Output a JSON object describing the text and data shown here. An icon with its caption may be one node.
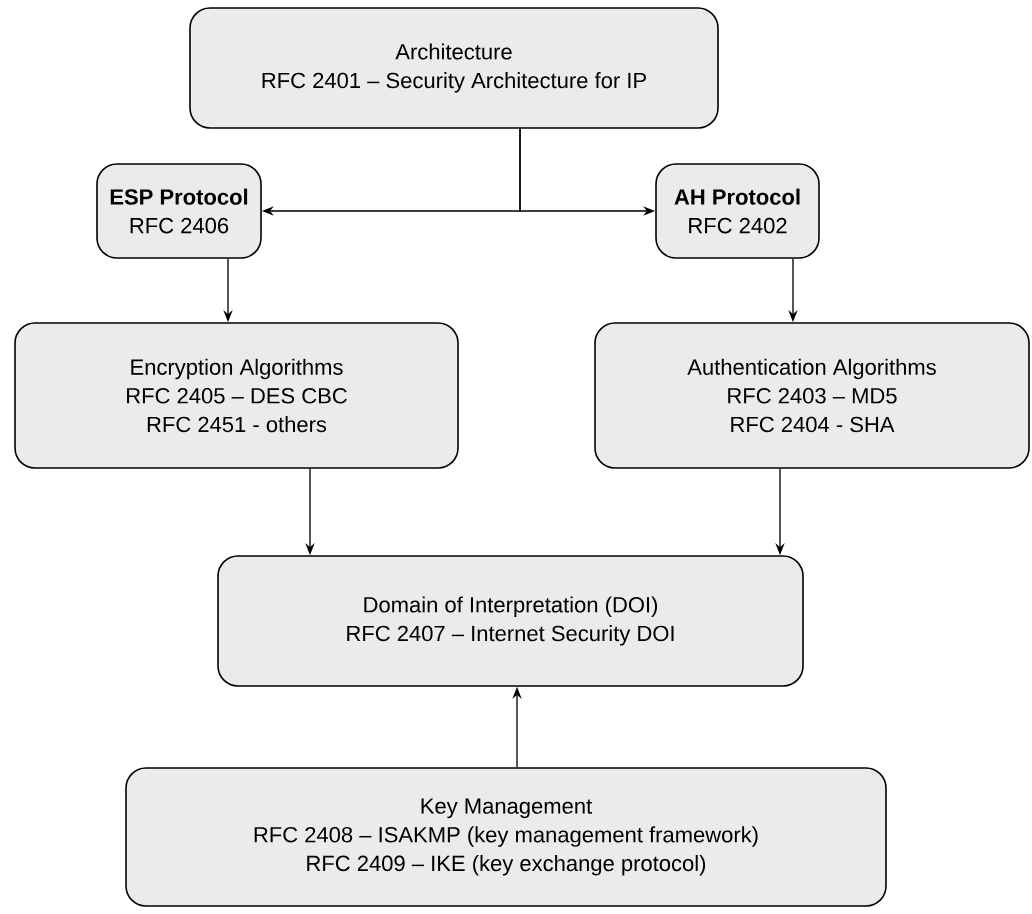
{
  "diagram": {
    "nodes": [
      {
        "text": [
          "Architecture",
          "RFC 2401 – Security Architecture for IP"
        ]
      },
      {
        "text": [
          "ESP Protocol",
          "RFC 2406"
        ]
      },
      {
        "text": [
          "AH Protocol",
          "RFC 2402"
        ]
      },
      {
        "text": [
          "Encryption Algorithms",
          "RFC 2405 – DES CBC",
          "RFC 2451 - others"
        ]
      },
      {
        "text": [
          "Authentication Algorithms",
          "RFC 2403 – MD5",
          "RFC 2404 - SHA"
        ]
      },
      {
        "text": [
          "Domain of Interpretation (DOI)",
          "RFC 2407 – Internet Security DOI"
        ]
      },
      {
        "text": [
          "Key Management",
          "RFC 2408 – ISAKMP (key management framework)",
          "RFC 2409 – IKE (key exchange protocol)"
        ]
      }
    ],
    "edges": [
      {
        "from": 0,
        "to": 1,
        "arrow": "to"
      },
      {
        "from": 0,
        "to": 2,
        "arrow": "to"
      },
      {
        "from": 1,
        "to": 3,
        "arrow": "to"
      },
      {
        "from": 2,
        "to": 4,
        "arrow": "to"
      },
      {
        "from": 3,
        "to": 5,
        "arrow": "to"
      },
      {
        "from": 4,
        "to": 5,
        "arrow": "to"
      },
      {
        "from": 6,
        "to": 5,
        "arrow": "to"
      }
    ]
  }
}
